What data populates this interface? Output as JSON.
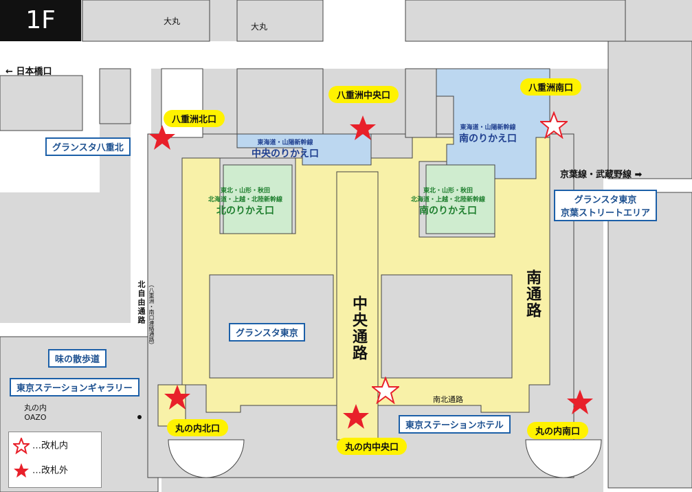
{
  "floor": "1F",
  "labels": {
    "daimaru_1": "大丸",
    "daimaru_2": "大丸",
    "nihonbashi": "日本橋口",
    "marunouchi_oazo": "丸の内\nOAZO",
    "kita_jiyu": "北自由通路",
    "yaesu_renraku": "（八重洲・南口連絡通路）",
    "chuo_dori": "中央通路",
    "minami_dori": "南通路",
    "nanboku_dori": "南北通路",
    "keiyo_musashino": "京葉線・武蔵野線"
  },
  "exits": {
    "yaesu_north": "八重洲北口",
    "yaesu_central": "八重洲中央口",
    "yaesu_south": "八重洲南口",
    "maru_north": "丸の内北口",
    "maru_central": "丸の内中央口",
    "maru_south": "丸の内南口"
  },
  "gates": {
    "central_line1": "東海道・山陽新幹線",
    "central_line2": "中央のりかえ口",
    "south_line1": "東海道・山陽新幹線",
    "south_line2": "南のりかえ口",
    "north_green_l1": "東北・山形・秋田",
    "north_green_l2": "北海道・上越・北陸新幹線",
    "north_green_l3": "北のりかえ口",
    "south_green_l1": "東北・山形・秋田",
    "south_green_l2": "北海道・上越・北陸新幹線",
    "south_green_l3": "南のりかえ口"
  },
  "areas": {
    "gransta_yaesu_kita": "グランスタ八重北",
    "gransta_tokyo": "グランスタ東京",
    "gransta_keiyo_l1": "グランスタ東京",
    "gransta_keiyo_l2": "京葉ストリートエリア",
    "aji_sanpomichi": "味の散歩道",
    "station_gallery": "東京ステーションギャラリー",
    "station_hotel": "東京ステーションホテル"
  },
  "legend": {
    "inside": "…改札内",
    "outside": "…改札外"
  },
  "colors": {
    "concourse": "#f8f1a8",
    "shinkansen_tokaido": "#bcd7f0",
    "shinkansen_tohoku": "#cfeccf",
    "building": "#d9d9d9",
    "road": "#ffffff",
    "star": "#e8202a",
    "pill": "#fff200",
    "box_border": "#1b5fa8"
  }
}
